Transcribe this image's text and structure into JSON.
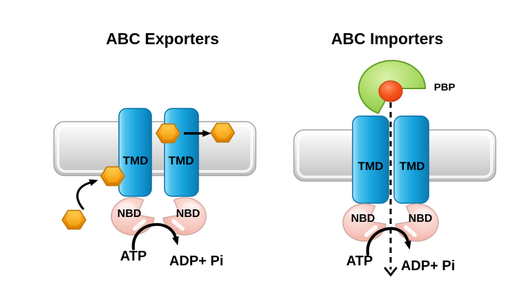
{
  "exporter": {
    "title": "ABC Exporters",
    "tmd_labels": [
      "TMD",
      "TMD"
    ],
    "nbd_labels": [
      "NBD",
      "NBD"
    ],
    "atp_label": "ATP",
    "adp_label": "ADP+ Pi"
  },
  "importer": {
    "title": "ABC Importers",
    "pbp_label": "PBP",
    "tmd_labels": [
      "TMD",
      "TMD"
    ],
    "nbd_labels": [
      "NBD",
      "NBD"
    ],
    "atp_label": "ATP",
    "adp_label": "ADP+ Pi"
  },
  "colors": {
    "text_black": "#000000",
    "tmd_blue": "#1ba6e0",
    "membrane_gray": "#d7d7d7",
    "nbd_pink": "#f5bfb6",
    "substrate_orange": "#f79c15",
    "pbp_green": "#9fd65a",
    "ligand_red": "#ef4515",
    "arrow_black": "#000000"
  }
}
